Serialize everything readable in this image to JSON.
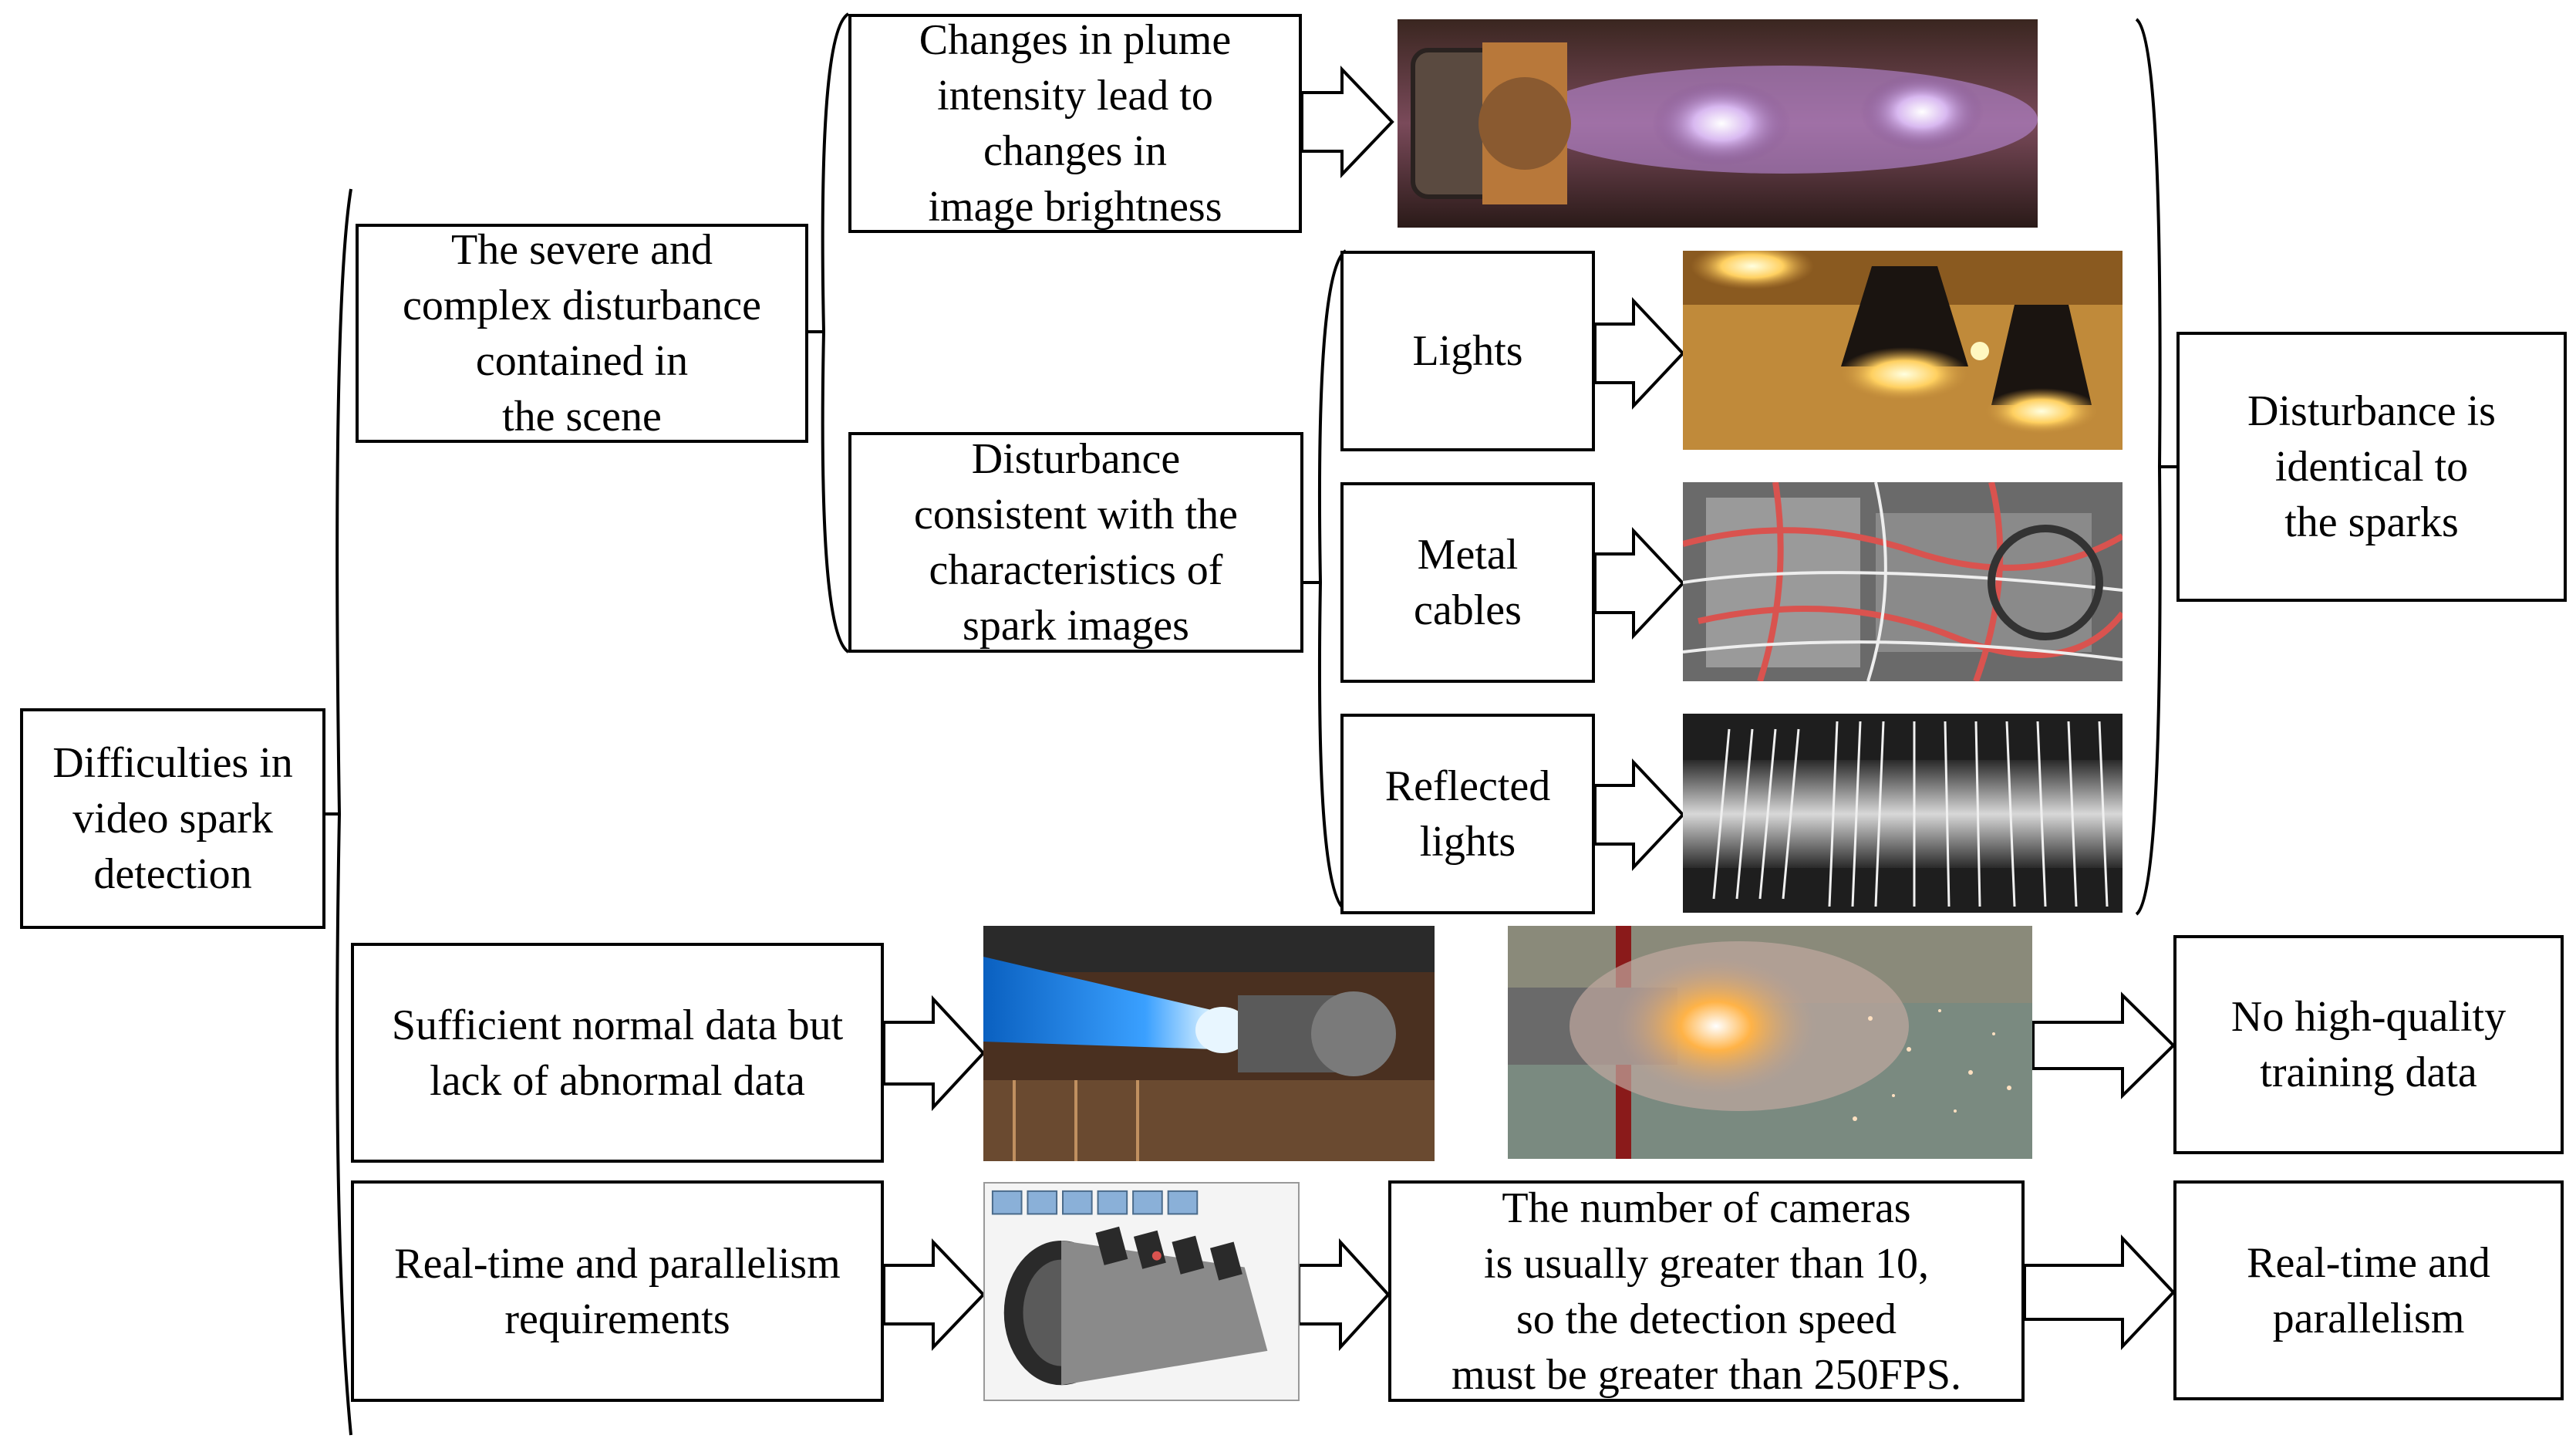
{
  "nodes": {
    "root": "Difficulties in\nvideo spark\ndetection",
    "disturbance": "The severe and\ncomplex disturbance\ncontained in\nthe scene",
    "plume": "Changes in plume\nintensity lead to\nchanges in\nimage brightness",
    "consistent": "Disturbance\nconsistent with the\ncharacteristics of\nspark images",
    "lights": "Lights",
    "metal": "Metal\ncables",
    "reflected": "Reflected\nlights",
    "identical": "Disturbance is\nidentical to\nthe  sparks",
    "sufficient": "Sufficient normal data but\nlack of abnormal data",
    "no_quality": "No high-quality\ntraining data",
    "realtime_req": "Real-time and parallelism\nrequirements",
    "cameras": "The number of cameras\nis usually greater than 10,\nso the detection speed\nmust be greater than 250FPS.",
    "realtime": "Real-time and\nparallelism"
  },
  "photos": {
    "plume": "plume-image",
    "lights": "ceiling-lights-image",
    "cables": "metal-cables-image",
    "reflected": "turbine-blades-image",
    "test_bench": "engine-test-bench-image",
    "spark": "spark-fire-image",
    "cameras": "multi-camera-engine-image"
  },
  "colors": {
    "line": "#000000",
    "plume_glow": "#c9a8e8",
    "lights_bg": "#c08a3a",
    "cables_red": "#d9534f",
    "blue_flame": "#3aa0ff",
    "spark_orange": "#ffb347"
  }
}
